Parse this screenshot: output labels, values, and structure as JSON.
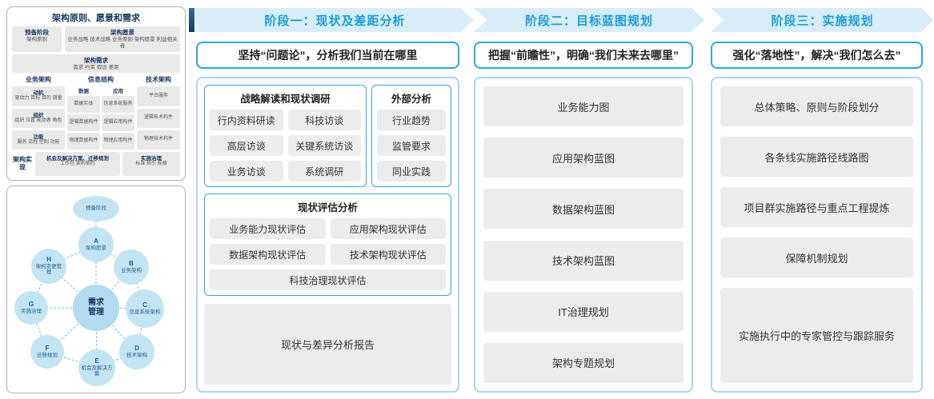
{
  "colors": {
    "accent_blue": "#1b9dd9",
    "header_bg": "#d8edf8",
    "subtitle_border": "#29a9e0",
    "panel_border": "#a9d6ee",
    "item_gray": "#ececec",
    "node_blue": "#c3e4f3",
    "dark_navy": "#17375e"
  },
  "framework": {
    "title": "架构原则、愿景和需求",
    "prep": {
      "title": "预备阶段",
      "body": "架构原则"
    },
    "vision": {
      "title": "架构愿景",
      "body": "业务战略 技术战略 业务原则 架构愿景 利益相关者"
    },
    "requirements": {
      "title": "架构需求",
      "body": "需求 约束 假设 差距"
    },
    "business": {
      "title": "业务架构",
      "groups": [
        {
          "title": "动机",
          "body": "驱动力 目标 目的 测量"
        },
        {
          "title": "组织",
          "body": "组织 位置 能动者 角色"
        },
        {
          "title": "功能",
          "body": "服务 流程 控制 功能"
        }
      ]
    },
    "information": {
      "title": "信息结构",
      "data": {
        "title": "数据",
        "items": [
          "数据实体",
          "逻辑数据构件",
          "物理数据构件"
        ]
      },
      "application": {
        "title": "应用",
        "items": [
          "信息系统服务",
          "逻辑应用构件",
          "物理应用构件"
        ]
      }
    },
    "technology": {
      "title": "技术架构",
      "items": [
        "平台服务",
        "逻辑技术构件",
        "物理技术构件"
      ]
    },
    "implementation": {
      "label": "架构实现",
      "boxes": [
        {
          "title": "机会及解决方案、迁移规划",
          "body": "工作包 架构契约"
        },
        {
          "title": "实施治理",
          "body": "标准 指引 规格"
        }
      ]
    }
  },
  "adm": {
    "center": {
      "line1": "需求",
      "line2": "管理"
    },
    "nodes": [
      {
        "letter": "",
        "label": "预备阶段"
      },
      {
        "letter": "A",
        "label": "架构愿景"
      },
      {
        "letter": "B",
        "label": "业务架构"
      },
      {
        "letter": "C",
        "label": "信息系统架构"
      },
      {
        "letter": "D",
        "label": "技术架构"
      },
      {
        "letter": "E",
        "label": "机会及解决方案"
      },
      {
        "letter": "F",
        "label": "迁移规划"
      },
      {
        "letter": "G",
        "label": "实施治理"
      },
      {
        "letter": "H",
        "label": "架构变更管理"
      }
    ]
  },
  "phases": [
    {
      "header": "阶段一：现状及差距分析",
      "subtitle": "坚持“问题论”，分析我们当前在哪里"
    },
    {
      "header": "阶段二：目标蓝图规划",
      "subtitle": "把握“前瞻性”，明确“我们未来去哪里”",
      "items": [
        "业务能力图",
        "应用架构蓝图",
        "数据架构蓝图",
        "技术架构蓝图",
        "IT治理规划",
        "架构专题规划"
      ]
    },
    {
      "header": "阶段三：实施规划",
      "subtitle": "强化“落地性”，解决“我们怎么去”",
      "items": [
        "总体策略、原则与阶段划分",
        "各条线实施路径线路图",
        "项目群实施路径与重点工程提炼",
        "保障机制规划",
        "实施执行中的专家管控与跟踪服务"
      ]
    }
  ],
  "phase1": {
    "strategic": {
      "title": "战略解读和现状调研",
      "items": [
        "行内资料研读",
        "科技访谈",
        "高层访谈",
        "关键系统访谈",
        "业务访谈",
        "系统调研"
      ]
    },
    "external": {
      "title": "外部分析",
      "items": [
        "行业趋势",
        "监管要求",
        "同业实践"
      ]
    },
    "assessment": {
      "title": "现状评估分析",
      "items": [
        "业务能力现状评估",
        "应用架构现状评估",
        "数据架构现状评估",
        "技术架构现状评估",
        "科技治理现状评估"
      ]
    },
    "report": "现状与差异分析报告"
  }
}
